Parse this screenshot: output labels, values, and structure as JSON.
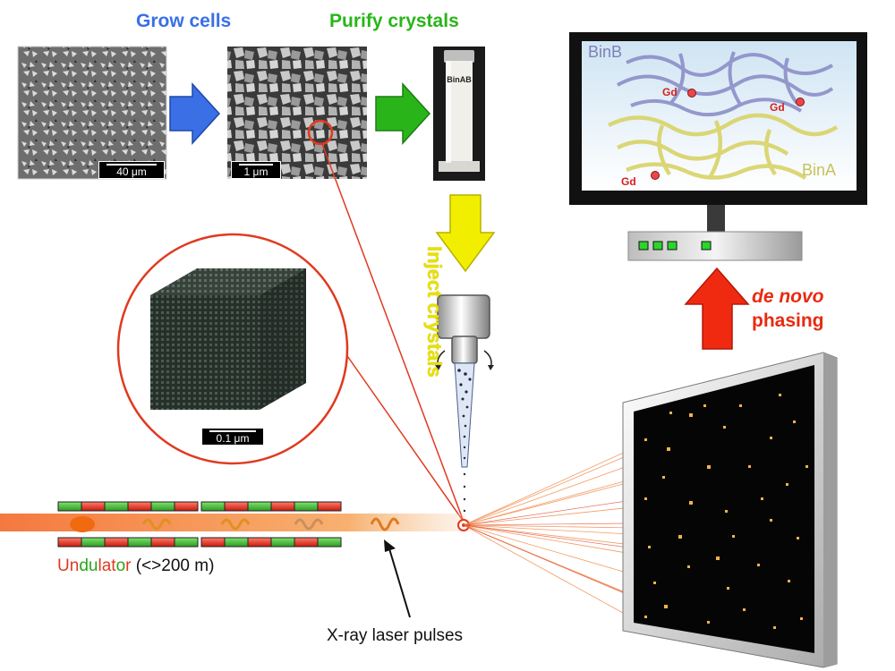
{
  "steps": {
    "grow": "Grow cells",
    "purify": "Purify crystals",
    "inject": "Inject crystals",
    "phasing_line1": "de novo",
    "phasing_line2": "phasing"
  },
  "colors": {
    "grow": "#3a6fe6",
    "purify": "#29b51a",
    "inject": "#e8e000",
    "phasing": "#e82a10",
    "laser": "#e03a20"
  },
  "micrographs": {
    "cells_scale": "40 μm",
    "crystals_scale": "1 μm",
    "tube_label": "BinAB",
    "zoom_scale": "0.1 μm"
  },
  "structure": {
    "chain_b": "BinB",
    "chain_a": "BinA",
    "gd_label": "Gd"
  },
  "undulator": {
    "letters": [
      "U",
      "n",
      "d",
      "u",
      "l",
      "a",
      "t",
      "o",
      "r"
    ],
    "suffix": " (<>200 m)"
  },
  "pulses_label": "X-ray laser pulses"
}
